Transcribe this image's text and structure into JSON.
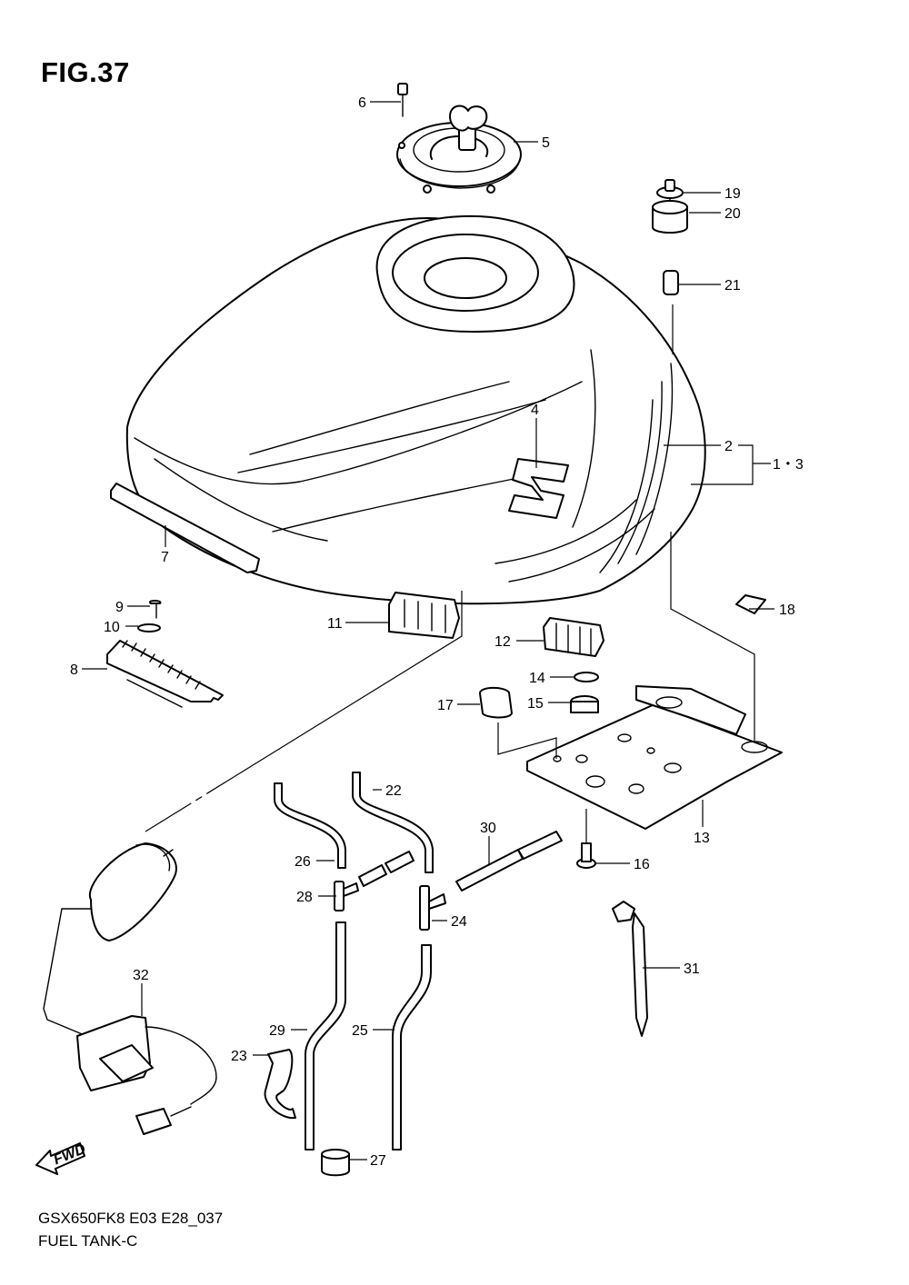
{
  "figure": {
    "title": "FIG.37",
    "model_code": "GSX650FK8 E03 E28_037",
    "name": "FUEL TANK-C",
    "fwd_label": "FWD"
  },
  "callouts": [
    {
      "id": "1-3",
      "label": "1・3"
    },
    {
      "id": "2",
      "label": "2"
    },
    {
      "id": "4",
      "label": "4"
    },
    {
      "id": "5",
      "label": "5"
    },
    {
      "id": "6",
      "label": "6"
    },
    {
      "id": "7",
      "label": "7"
    },
    {
      "id": "8",
      "label": "8"
    },
    {
      "id": "9",
      "label": "9"
    },
    {
      "id": "10",
      "label": "10"
    },
    {
      "id": "11",
      "label": "11"
    },
    {
      "id": "12",
      "label": "12"
    },
    {
      "id": "13",
      "label": "13"
    },
    {
      "id": "14",
      "label": "14"
    },
    {
      "id": "15",
      "label": "15"
    },
    {
      "id": "16",
      "label": "16"
    },
    {
      "id": "17",
      "label": "17"
    },
    {
      "id": "18",
      "label": "18"
    },
    {
      "id": "19",
      "label": "19"
    },
    {
      "id": "20",
      "label": "20"
    },
    {
      "id": "21",
      "label": "21"
    },
    {
      "id": "22",
      "label": "22"
    },
    {
      "id": "23",
      "label": "23"
    },
    {
      "id": "24",
      "label": "24"
    },
    {
      "id": "25",
      "label": "25"
    },
    {
      "id": "26",
      "label": "26"
    },
    {
      "id": "27",
      "label": "27"
    },
    {
      "id": "28",
      "label": "28"
    },
    {
      "id": "29",
      "label": "29"
    },
    {
      "id": "30",
      "label": "30"
    },
    {
      "id": "31",
      "label": "31"
    },
    {
      "id": "32",
      "label": "32"
    }
  ]
}
